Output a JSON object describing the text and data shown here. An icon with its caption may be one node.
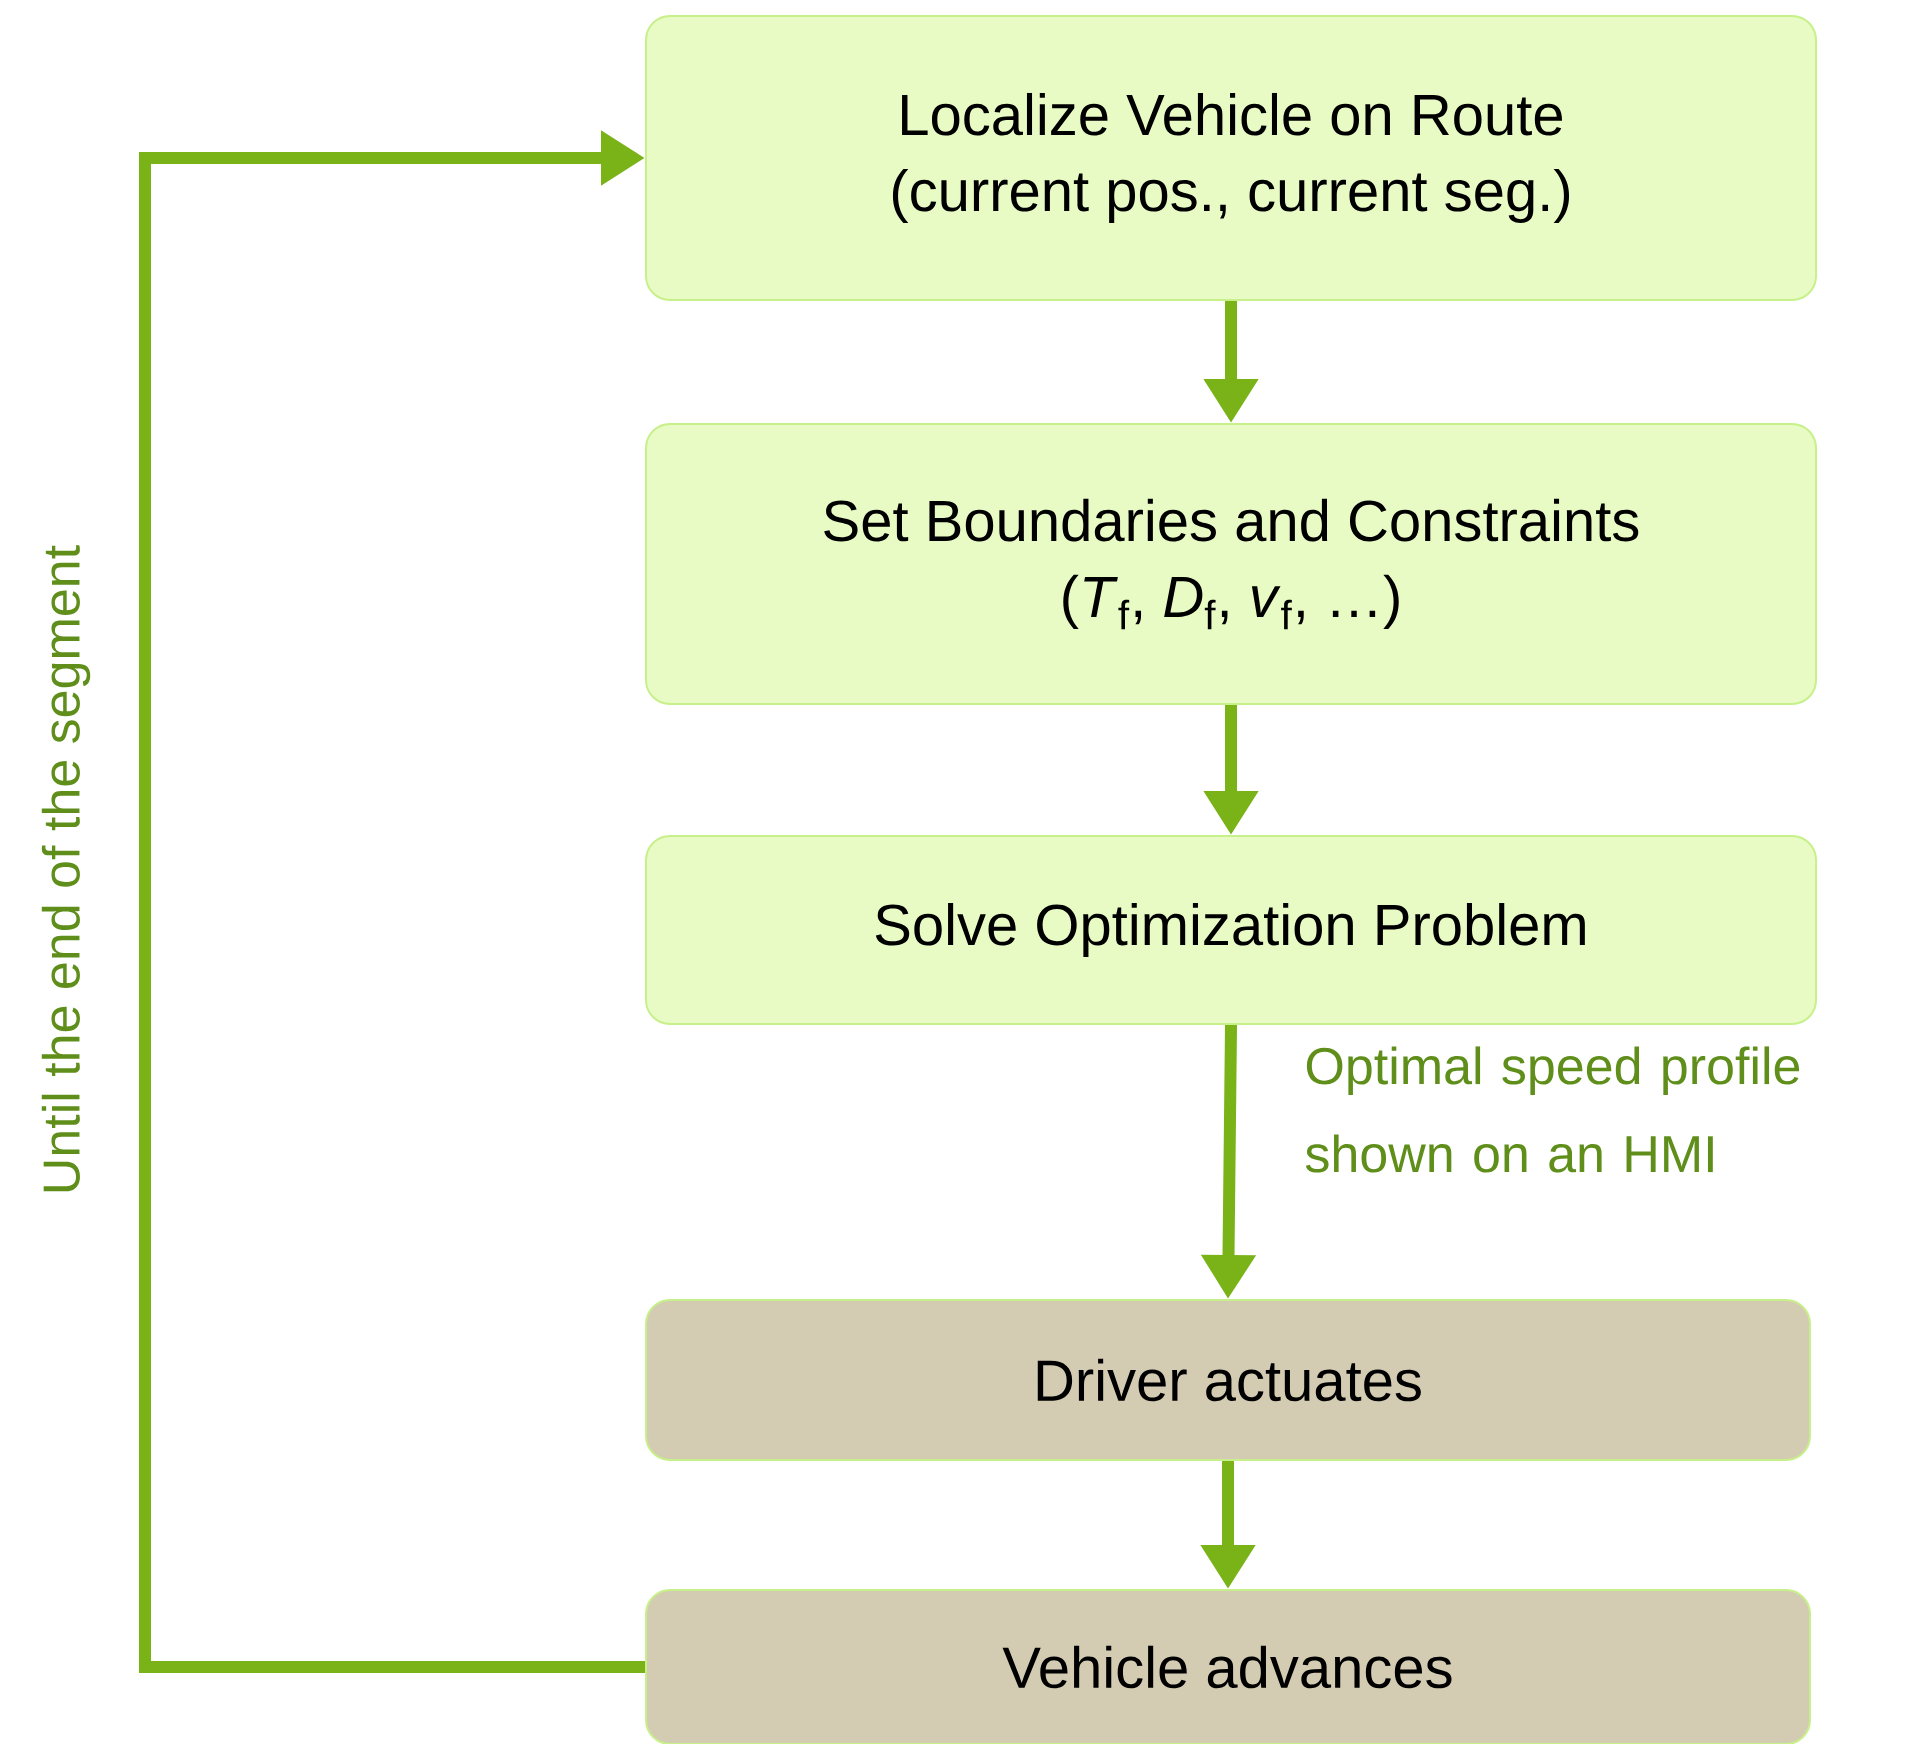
{
  "diagram": {
    "nodes": [
      {
        "text": [
          "Localize Vehicle on Route",
          "(current pos., current seg.)"
        ]
      },
      {
        "text": [
          "Set Boundaries and Constraints",
          "(*T*$_{f}$, *D*$_{f}$, *v*$_{f}$, …)"
        ]
      },
      {
        "text": [
          "Solve Optimization Problem"
        ]
      },
      {
        "text": [
          "Driver actuates"
        ]
      },
      {
        "text": [
          "Vehicle advances"
        ]
      }
    ],
    "edges": [
      {
        "from": 0,
        "to": 1,
        "arrow": "to"
      },
      {
        "from": 1,
        "to": 2,
        "arrow": "to"
      },
      {
        "from": 2,
        "to": 3,
        "arrow": "to",
        "label": "Optimal speed profile shown on an HMI"
      },
      {
        "from": 3,
        "to": 4,
        "arrow": "to"
      },
      {
        "from": 4,
        "to": 0,
        "arrow": "to",
        "label": "Until the end of the segment"
      }
    ]
  }
}
